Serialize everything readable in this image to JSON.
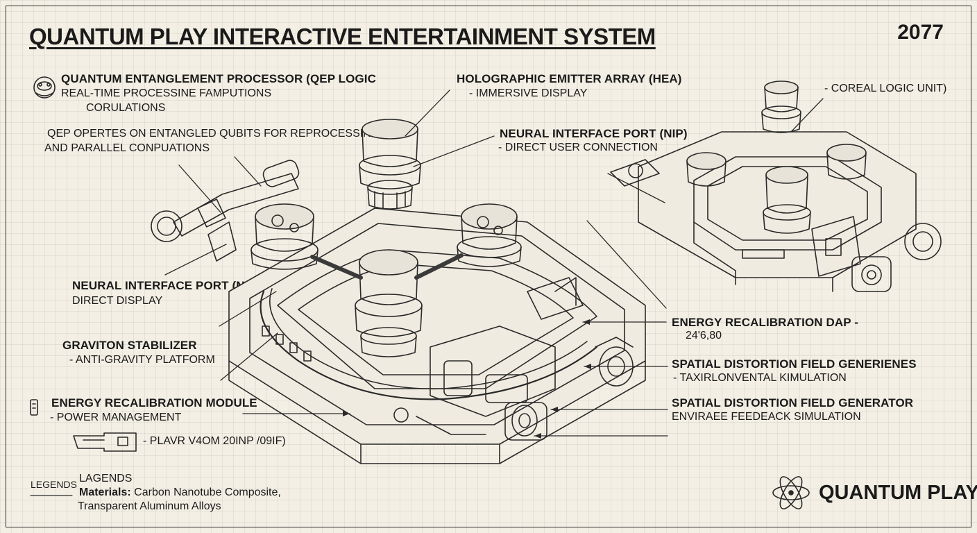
{
  "title": "QUANTUM PLAY INTERACTIVE ENTERTAINMENT SYSTEM",
  "year": "2077",
  "labels": {
    "qep_title": "QUANTUM ENTANGLEMENT PROCESSOR (QEP LOGIC",
    "qep_line1": "REAL-TIME PROCESSINE FAMPUTIONS",
    "qep_line2": "CORULATIONS",
    "qep_note1": "QEP OPERTES ON ENTANGLED QUBITS FOR REPROCESSING",
    "qep_note2": "AND PARALLEL CONPUATIONS",
    "hea_title": "HOLOGRAPHIC EMITTER ARRAY (HEA)",
    "hea_sub": "- IMMERSIVE DISPLAY",
    "nip_top_title": "NEURAL INTERFACE PORT (NIP)",
    "nip_top_sub": "- DIRECT USER CONNECTION",
    "coreal": "- COREAL LOGIC UNIT)",
    "nip_left_title": "NEURAL INTERFACE PORT (NIP)",
    "nip_left_sub": "DIRECT DISPLAY",
    "graviton_title": "GRAVITON STABILIZER",
    "graviton_sub": "- ANTI-GRAVITY PLATFORM",
    "erm_title": "ENERGY RECALIBRATION MODULE",
    "erm_sub": "- POWER MANAGEMENT",
    "plavr": "- PLAVR V4OM 20INP /09IF)",
    "erd_title": "ENERGY RECALIBRATION DAP -",
    "erd_sub": "24'6,80",
    "sdf1_title": "SPATIAL DISTORTION FIELD GENERIENES",
    "sdf1_sub": "- TAXIRLONVENTAL KIMULATION",
    "sdf2_title": "SPATIAL DISTORTION FIELD GENERATOR",
    "sdf2_sub": "ENVIRAEE FEEDEACK SIMULATION"
  },
  "legend": {
    "label": "LEGENDS",
    "heading": "LAGENDS",
    "materials_label": "Materials:",
    "materials_line1": "Carbon Nanotube Composite,",
    "materials_line2": "Transparent Aluminum Alloys"
  },
  "brand": {
    "name": "QUANTUM PLAY",
    "icon": "atom-icon"
  }
}
